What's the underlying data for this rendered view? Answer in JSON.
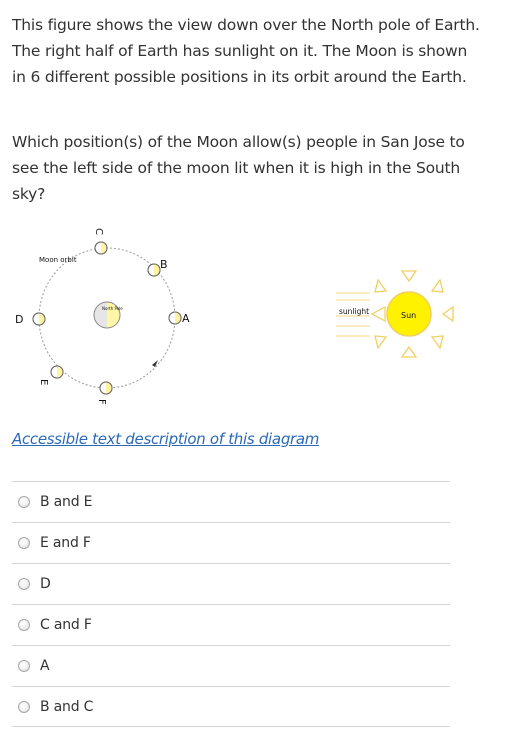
{
  "question": {
    "paragraph1": "This figure shows the view down over the North pole of Earth. The right half of Earth has sunlight on it. The Moon is shown in 6 different possible positions in its orbit around the Earth.",
    "paragraph2": "Which position(s) of the Moon allow(s) people in San Jose to see the left side of the moon lit when it is high in the South sky?"
  },
  "diagram": {
    "orbit_label": "Moon orbit",
    "earth_label": "North Pole",
    "sunlight_label": "sunlight",
    "sun_label": "Sun",
    "positions": [
      "A",
      "B",
      "C",
      "D",
      "E",
      "F"
    ],
    "colors": {
      "moon_lit": "#fff3a0",
      "sun_fill": "#fff200",
      "sun_rays": "#ffe24a",
      "sunlight_arrow": "#f6df9c"
    }
  },
  "accessible_link": "Accessible text description of this diagram",
  "options": [
    {
      "label": "B and E"
    },
    {
      "label": "E and F"
    },
    {
      "label": "D"
    },
    {
      "label": "C and F"
    },
    {
      "label": "A"
    },
    {
      "label": "B and C"
    }
  ]
}
